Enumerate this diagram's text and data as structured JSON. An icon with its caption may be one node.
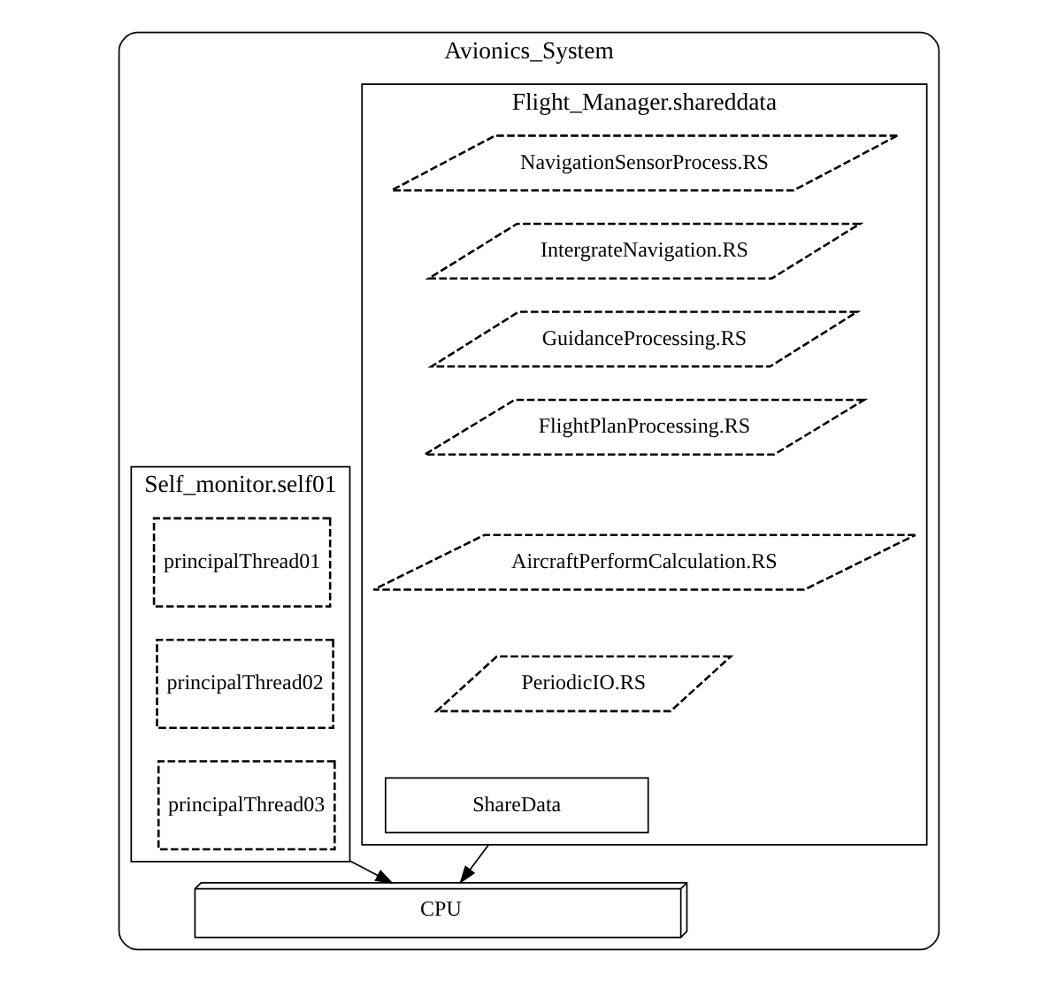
{
  "diagram": {
    "nodes": [
      {
        "text": [
          "Avionics_System"
        ]
      },
      {
        "text": [
          "Flight_Manager.shareddata"
        ],
        "in": 0
      },
      {
        "text": [
          "NavigationSensorProcess.RS"
        ],
        "in": 1
      },
      {
        "text": [
          "IntergrateNavigation.RS"
        ],
        "in": 1
      },
      {
        "text": [
          "GuidanceProcessing.RS"
        ],
        "in": 1
      },
      {
        "text": [
          "FlightPlanProcessing.RS"
        ],
        "in": 1
      },
      {
        "text": [
          "AircraftPerformCalculation.RS"
        ],
        "in": 1
      },
      {
        "text": [
          "PeriodicIO.RS"
        ],
        "in": 1
      },
      {
        "text": [
          "ShareData"
        ],
        "in": 1
      },
      {
        "text": [
          "Self_monitor.self01"
        ],
        "in": 0
      },
      {
        "text": [
          "principalThread01"
        ],
        "in": 9
      },
      {
        "text": [
          "principalThread02"
        ],
        "in": 9
      },
      {
        "text": [
          "principalThread03"
        ],
        "in": 9
      },
      {
        "text": [
          "CPU"
        ],
        "in": 0
      }
    ],
    "edges": [
      {
        "from": 1,
        "to": 13,
        "arrow": "to"
      },
      {
        "from": 9,
        "to": 13,
        "arrow": "to"
      }
    ]
  }
}
